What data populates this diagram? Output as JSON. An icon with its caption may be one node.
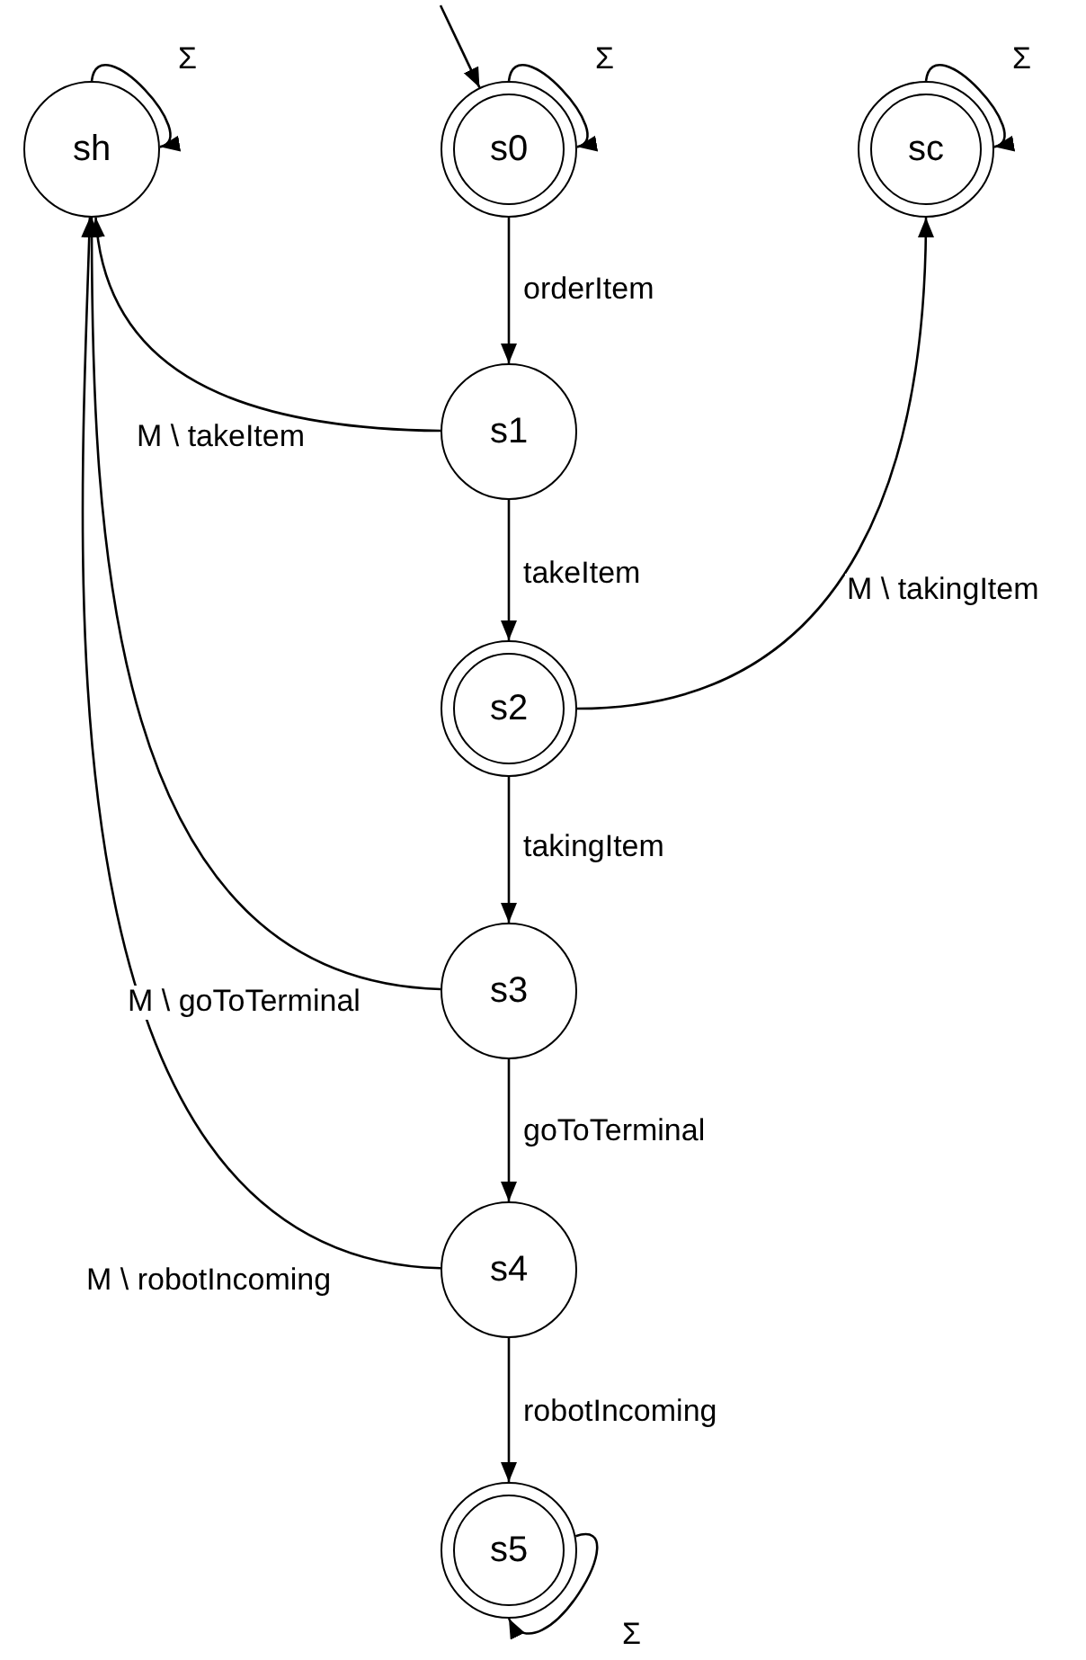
{
  "diagram": {
    "nodes": [
      {
        "text": [
          "sh"
        ]
      },
      {
        "text": [
          "s0"
        ]
      },
      {
        "text": [
          "sc"
        ]
      },
      {
        "text": [
          "s1"
        ]
      },
      {
        "text": [
          "s2"
        ]
      },
      {
        "text": [
          "s3"
        ]
      },
      {
        "text": [
          "s4"
        ]
      },
      {
        "text": [
          "s5"
        ]
      }
    ],
    "edges": [
      {
        "from": null,
        "to": 1,
        "arrow": "to"
      },
      {
        "from": 0,
        "to": 0,
        "arrow": "to",
        "label": "Σ"
      },
      {
        "from": 1,
        "to": 1,
        "arrow": "to",
        "label": "Σ"
      },
      {
        "from": 2,
        "to": 2,
        "arrow": "to",
        "label": "Σ"
      },
      {
        "from": 1,
        "to": 3,
        "arrow": "to",
        "label": "orderItem"
      },
      {
        "from": 3,
        "to": 0,
        "arrow": "to",
        "label": "M \\ takeItem"
      },
      {
        "from": 3,
        "to": 4,
        "arrow": "to",
        "label": "takeItem"
      },
      {
        "from": 4,
        "to": 2,
        "arrow": "to",
        "label": "M \\ takingItem"
      },
      {
        "from": 4,
        "to": 5,
        "arrow": "to",
        "label": "takingItem"
      },
      {
        "from": 5,
        "to": 0,
        "arrow": "to",
        "label": "M \\ goToTerminal"
      },
      {
        "from": 5,
        "to": 6,
        "arrow": "to",
        "label": "goToTerminal"
      },
      {
        "from": 6,
        "to": 0,
        "arrow": "to",
        "label": "M \\ robotIncoming"
      },
      {
        "from": 6,
        "to": 7,
        "arrow": "to",
        "label": "robotIncoming"
      },
      {
        "from": 7,
        "to": 7,
        "arrow": "to",
        "label": "Σ"
      }
    ]
  }
}
